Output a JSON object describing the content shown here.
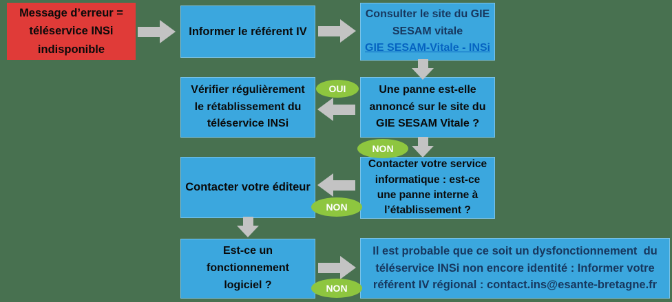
{
  "colors": {
    "background": "#487150",
    "box_blue": "#3BA7DE",
    "box_red": "#E03B38",
    "arrow_gray": "#C3C3C3",
    "badge_green": "#8EC63F",
    "link_blue": "#0563C1",
    "text_navy": "#17375E",
    "text_black": "#0A0A0A"
  },
  "badges": {
    "oui": "OUI",
    "non": "NON"
  },
  "nodes": {
    "error": {
      "text": "Message d’erreur =\ntéléservice INSi\nindisponible"
    },
    "inform": {
      "text": "Informer le référent IV"
    },
    "consult": {
      "text": "Consulter le site du GIE\nSESAM vitale",
      "link_label": "GIE SESAM-Vitale - INSi"
    },
    "verify": {
      "text": "Vérifier régulièrement\nle rétablissement du\ntéléservice INSi"
    },
    "outage": {
      "text": "Une panne est-elle\nannoncé sur le site du\nGIE SESAM Vitale ?"
    },
    "editor": {
      "text": "Contacter votre éditeur"
    },
    "it": {
      "text": "Contacter votre service\ninformatique : est-ce\nune panne interne à\nl’établissement ?"
    },
    "software": {
      "text": "Est-ce un\nfonctionnement\nlogiciel ?"
    },
    "final": {
      "text": "Il est probable que ce soit un dysfonctionnement  du\ntéléservice INSi non encore identité : Informer votre\nréférent IV régional : contact.ins@esante-bretagne.fr"
    }
  }
}
